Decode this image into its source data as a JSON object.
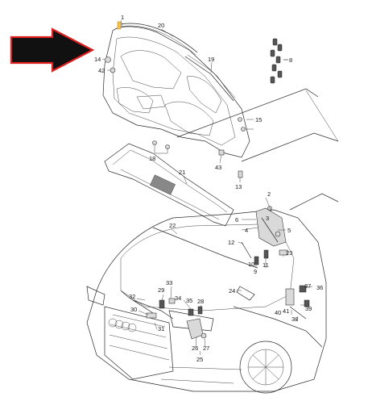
{
  "callouts": {
    "c1": "1",
    "c20": "20",
    "c14": "14",
    "c42": "42",
    "c19": "19",
    "c8": "8",
    "c15": "15",
    "c18": "18",
    "c43": "43",
    "c13": "13",
    "c21": "21",
    "c2": "2",
    "c6": "6",
    "c3": "3",
    "c4": "4",
    "c5": "5",
    "c12": "12",
    "c23": "23",
    "c9": "9",
    "c10": "10",
    "c11": "11",
    "c22": "22",
    "c33": "33",
    "c29": "29",
    "c34": "34",
    "c35": "35",
    "c28": "28",
    "c32": "32",
    "c30": "30",
    "c24": "24",
    "c37": "37",
    "c36": "36",
    "c41": "41",
    "c40": "40",
    "c39": "39",
    "c38": "38",
    "c31": "31",
    "c26": "26",
    "c27": "27",
    "c25": "25"
  },
  "colors": {
    "arrow_fill": "#111111",
    "arrow_outline": "#e02020",
    "highlight_part": "#f2c14e",
    "line": "#2b2b2b"
  },
  "icons": {
    "pointer": "right-arrow-icon"
  }
}
